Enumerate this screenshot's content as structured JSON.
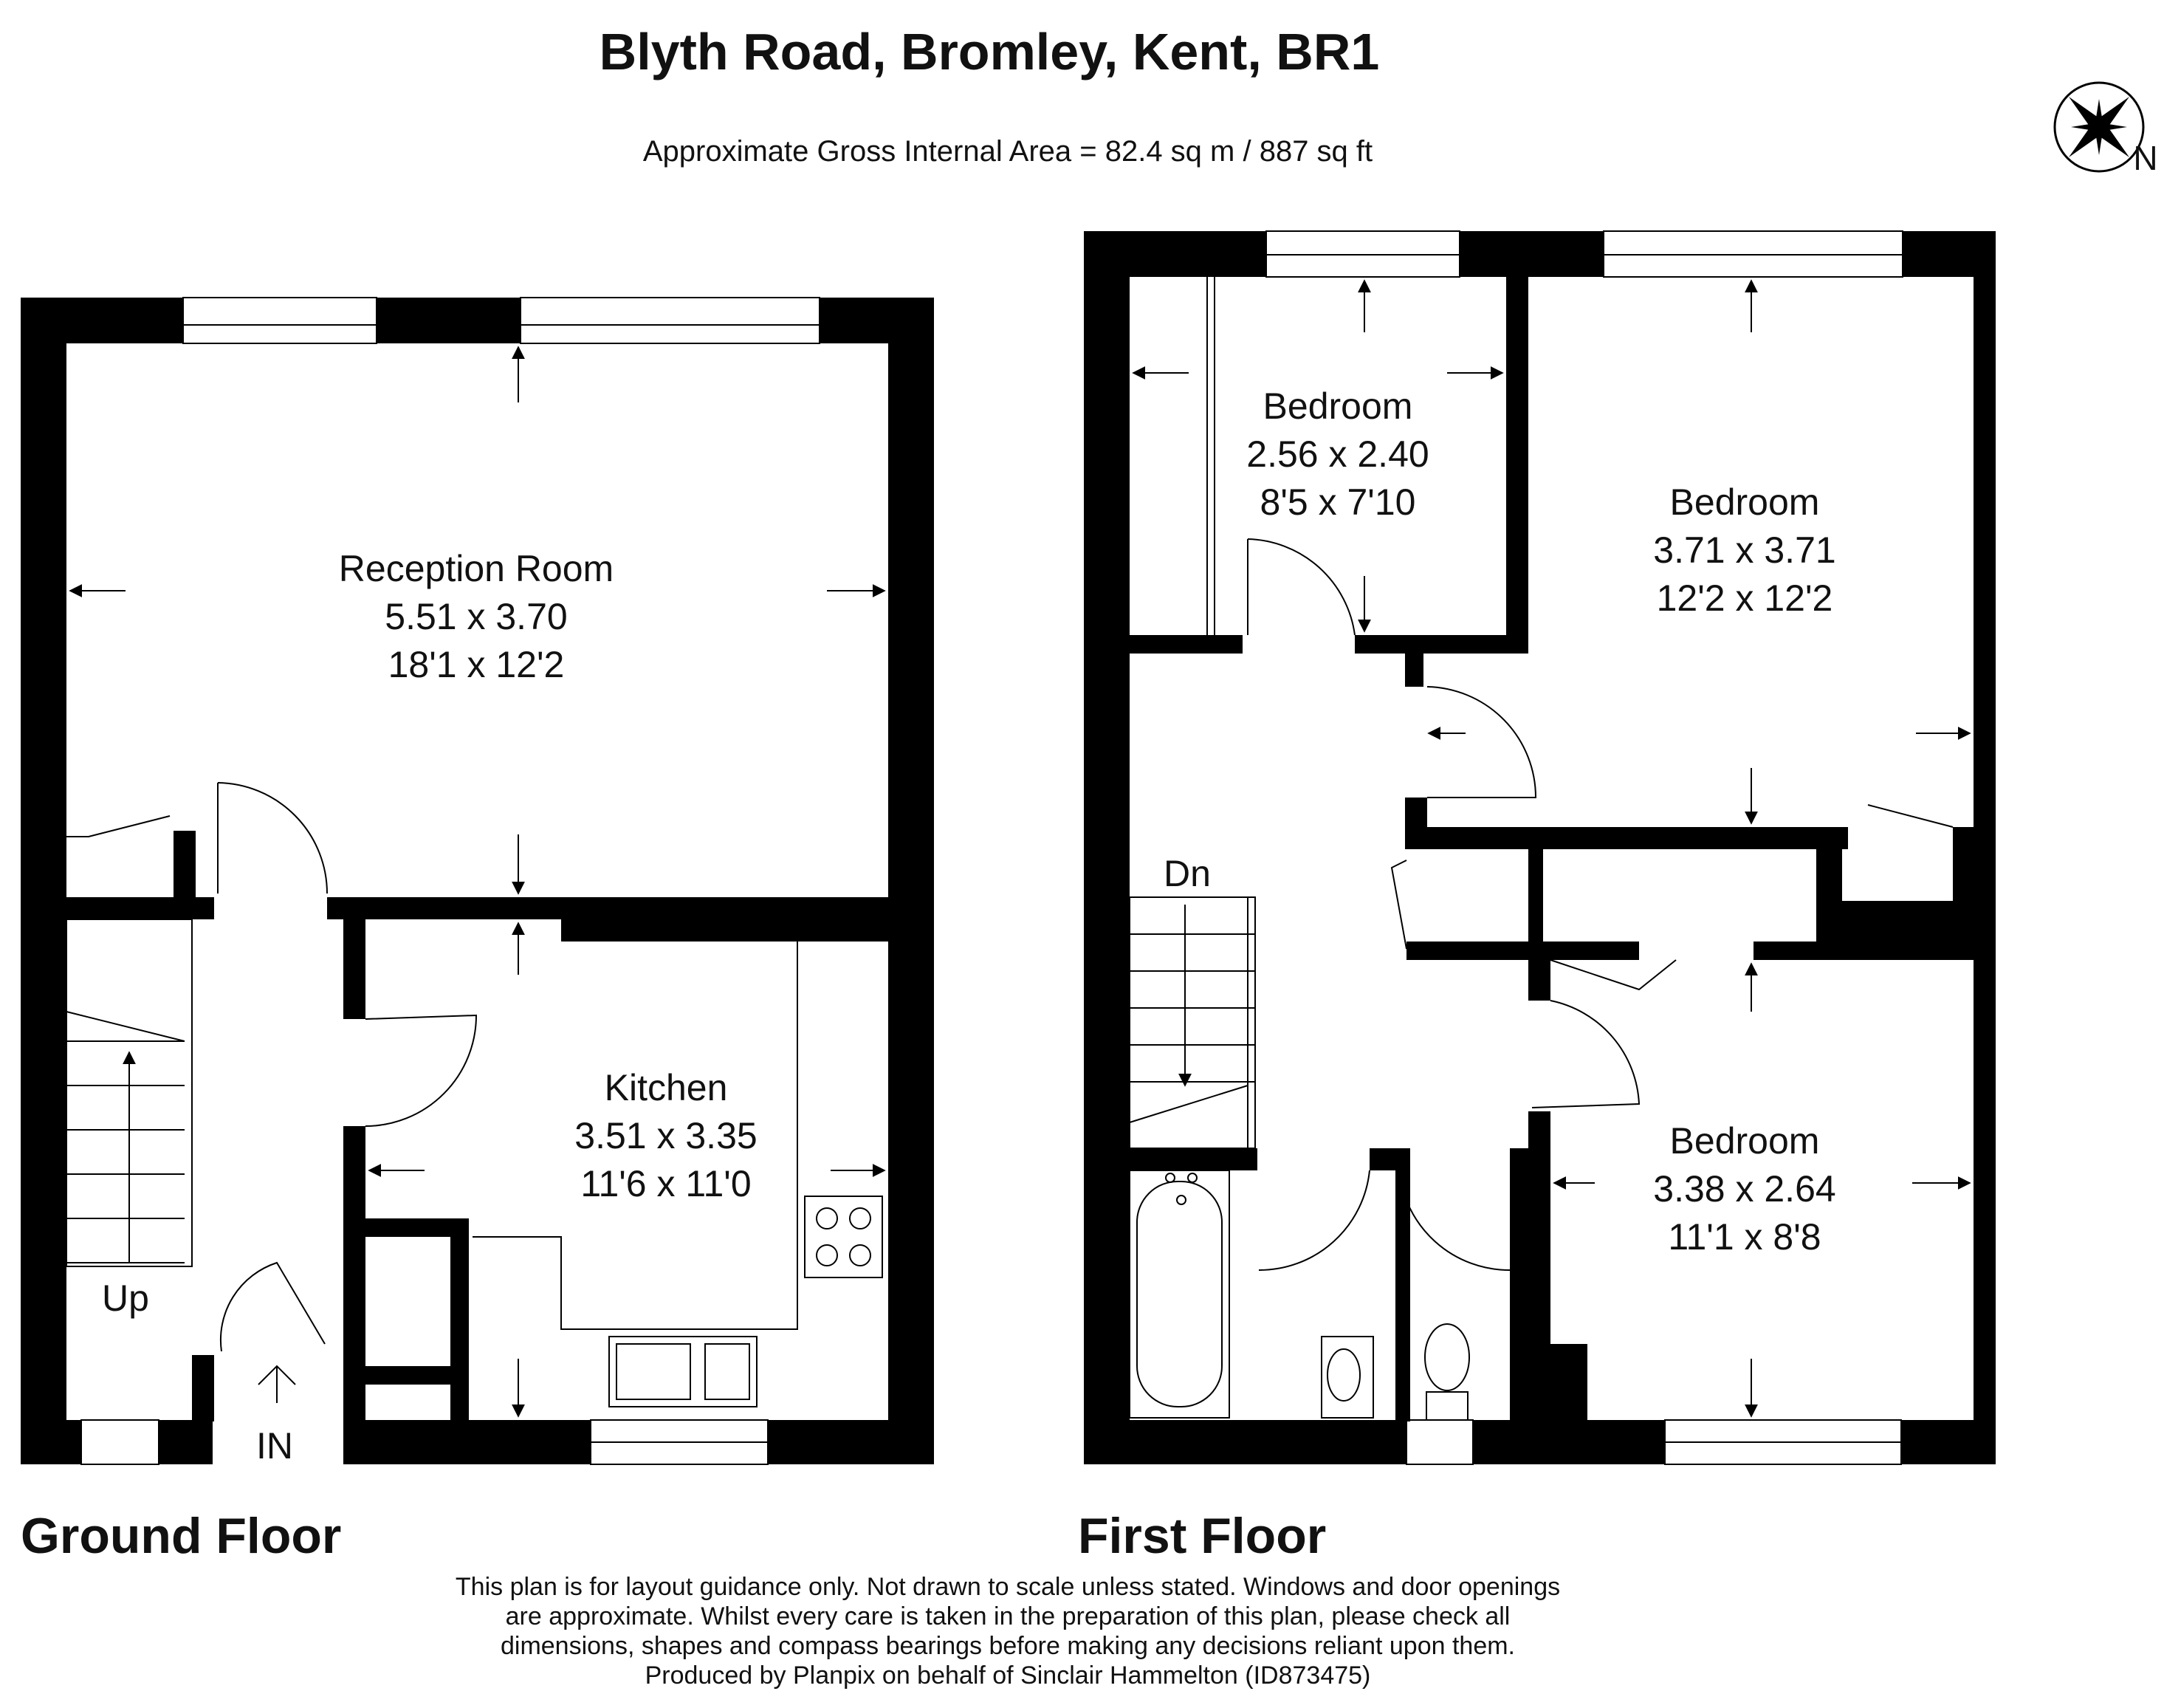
{
  "header": {
    "title": "Blyth Road, Bromley, Kent, BR1",
    "area": "Approximate Gross Internal Area = 82.4 sq m / 887 sq ft",
    "compass_label": "N"
  },
  "ground_floor": {
    "label": "Ground Floor",
    "reception": {
      "name": "Reception Room",
      "metric": "5.51 x 3.70",
      "imperial": "18'1 x 12'2"
    },
    "kitchen": {
      "name": "Kitchen",
      "metric": "3.51 x 3.35",
      "imperial": "11'6 x 11'0"
    },
    "stairs_label": "Up",
    "entrance_label": "IN"
  },
  "first_floor": {
    "label": "First Floor",
    "bedroom_small": {
      "name": "Bedroom",
      "metric": "2.56 x 2.40",
      "imperial": "8'5 x 7'10"
    },
    "bedroom_large": {
      "name": "Bedroom",
      "metric": "3.71 x 3.71",
      "imperial": "12'2 x 12'2"
    },
    "bedroom_bottom": {
      "name": "Bedroom",
      "metric": "3.38 x 2.64",
      "imperial": "11'1 x 8'8"
    },
    "stairs_label": "Dn"
  },
  "disclaimer": {
    "line1": "This plan is for layout guidance only. Not drawn to scale unless stated. Windows and door openings",
    "line2": "are approximate. Whilst every care is taken in the preparation of this plan, please check all",
    "line3": "dimensions, shapes and compass bearings before making any decisions reliant upon them.",
    "line4": "Produced by Planpix on behalf of Sinclair Hammelton (ID873475)"
  }
}
